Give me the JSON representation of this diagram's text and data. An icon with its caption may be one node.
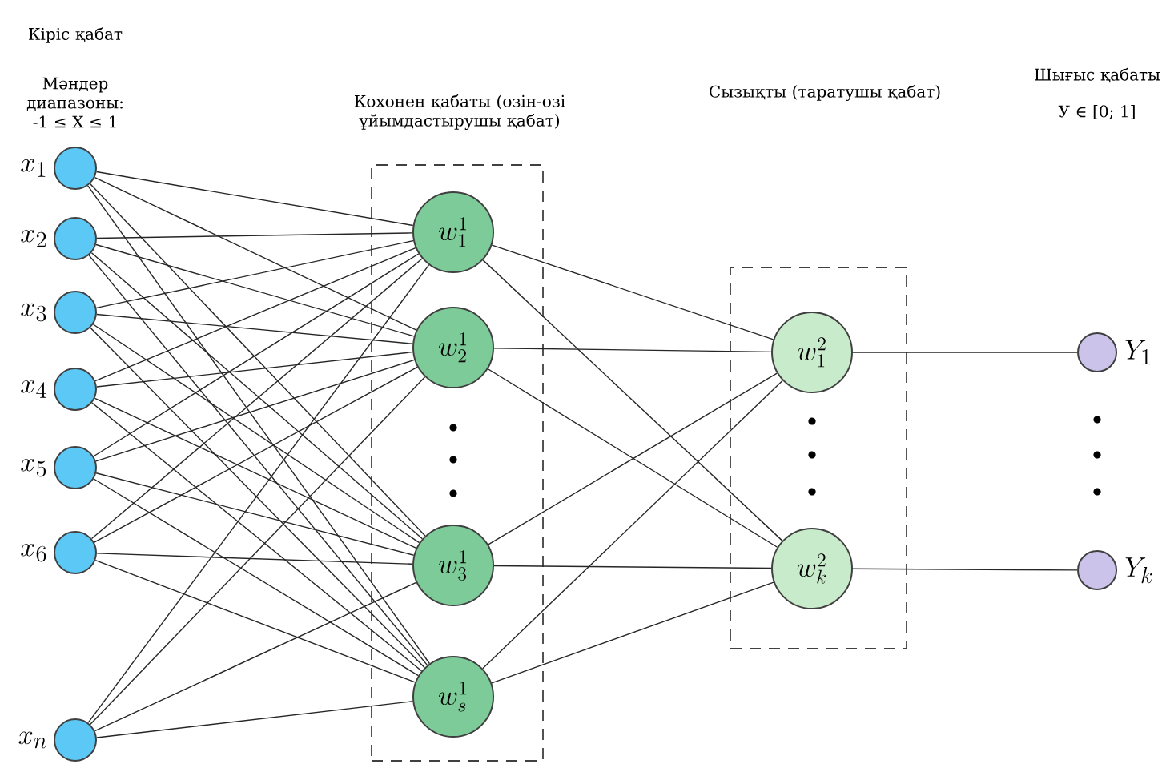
{
  "diagram": {
    "nodes": [
      {
        "text": [],
        "shape": "circle",
        "beside": [
          "x_{1}"
        ]
      },
      {
        "text": [],
        "shape": "circle",
        "beside": [
          "x_{2}"
        ]
      },
      {
        "text": [],
        "shape": "circle",
        "beside": [
          "x_{3}"
        ]
      },
      {
        "text": [],
        "shape": "circle",
        "beside": [
          "x_{4}"
        ]
      },
      {
        "text": [],
        "shape": "circle",
        "beside": [
          "x_{5}"
        ]
      },
      {
        "text": [],
        "shape": "circle",
        "beside": [
          "x_{6}"
        ]
      },
      {
        "text": [],
        "shape": "circle",
        "beside": [
          "x_{n}"
        ]
      },
      {
        "text": [],
        "shape": "box"
      },
      {
        "text": [
          "w_{1}^{1}"
        ],
        "in": 7
      },
      {
        "text": [
          "w_{2}^{1}"
        ],
        "in": 7
      },
      {
        "text": [
          "w_{3}^{1}"
        ],
        "in": 7
      },
      {
        "text": [
          "w_{s}^{1}"
        ],
        "in": 7
      },
      {
        "text": [],
        "shape": "box"
      },
      {
        "text": [
          "w_{1}^{2}"
        ],
        "in": 12
      },
      {
        "text": [
          "w_{k}^{2}"
        ],
        "in": 12
      },
      {
        "text": [],
        "shape": "circle",
        "beside": [
          "Y_{1}"
        ]
      },
      {
        "text": [],
        "shape": "circle",
        "beside": [
          "Y_{k}"
        ]
      }
    ],
    "edges": [
      {
        "from": 0,
        "to": 8,
        "arrow": "none"
      },
      {
        "from": 0,
        "to": 9,
        "arrow": "none"
      },
      {
        "from": 0,
        "to": 10,
        "arrow": "none"
      },
      {
        "from": 0,
        "to": 11,
        "arrow": "none"
      },
      {
        "from": 1,
        "to": 8,
        "arrow": "none"
      },
      {
        "from": 1,
        "to": 9,
        "arrow": "none"
      },
      {
        "from": 1,
        "to": 10,
        "arrow": "none"
      },
      {
        "from": 1,
        "to": 11,
        "arrow": "none"
      },
      {
        "from": 2,
        "to": 8,
        "arrow": "none"
      },
      {
        "from": 2,
        "to": 9,
        "arrow": "none"
      },
      {
        "from": 2,
        "to": 10,
        "arrow": "none"
      },
      {
        "from": 2,
        "to": 11,
        "arrow": "none"
      },
      {
        "from": 3,
        "to": 8,
        "arrow": "none"
      },
      {
        "from": 3,
        "to": 9,
        "arrow": "none"
      },
      {
        "from": 3,
        "to": 10,
        "arrow": "none"
      },
      {
        "from": 3,
        "to": 11,
        "arrow": "none"
      },
      {
        "from": 4,
        "to": 8,
        "arrow": "none"
      },
      {
        "from": 4,
        "to": 9,
        "arrow": "none"
      },
      {
        "from": 4,
        "to": 10,
        "arrow": "none"
      },
      {
        "from": 4,
        "to": 11,
        "arrow": "none"
      },
      {
        "from": 5,
        "to": 8,
        "arrow": "none"
      },
      {
        "from": 5,
        "to": 9,
        "arrow": "none"
      },
      {
        "from": 5,
        "to": 10,
        "arrow": "none"
      },
      {
        "from": 5,
        "to": 11,
        "arrow": "none"
      },
      {
        "from": 6,
        "to": 8,
        "arrow": "none"
      },
      {
        "from": 6,
        "to": 9,
        "arrow": "none"
      },
      {
        "from": 6,
        "to": 10,
        "arrow": "none"
      },
      {
        "from": 6,
        "to": 11,
        "arrow": "none"
      },
      {
        "from": 8,
        "to": 13,
        "arrow": "none"
      },
      {
        "from": 8,
        "to": 14,
        "arrow": "none"
      },
      {
        "from": 9,
        "to": 13,
        "arrow": "none"
      },
      {
        "from": 9,
        "to": 14,
        "arrow": "none"
      },
      {
        "from": 10,
        "to": 13,
        "arrow": "none"
      },
      {
        "from": 10,
        "to": 14,
        "arrow": "none"
      },
      {
        "from": 11,
        "to": 13,
        "arrow": "none"
      },
      {
        "from": 11,
        "to": 14,
        "arrow": "none"
      },
      {
        "from": 13,
        "to": 15,
        "arrow": "none"
      },
      {
        "from": 14,
        "to": 16,
        "arrow": "none"
      }
    ],
    "labels": [
      "Кіріс қабат",
      "Мәндер диапазоны: -1 ≤ X ≤ 1",
      "Кохонен қабаты (өзін-өзі ұйымдастырушы қабат)",
      "Сызықты (таратушы қабат)",
      "Шығыс қабаты",
      "У ∈ [0; 1]"
    ]
  }
}
